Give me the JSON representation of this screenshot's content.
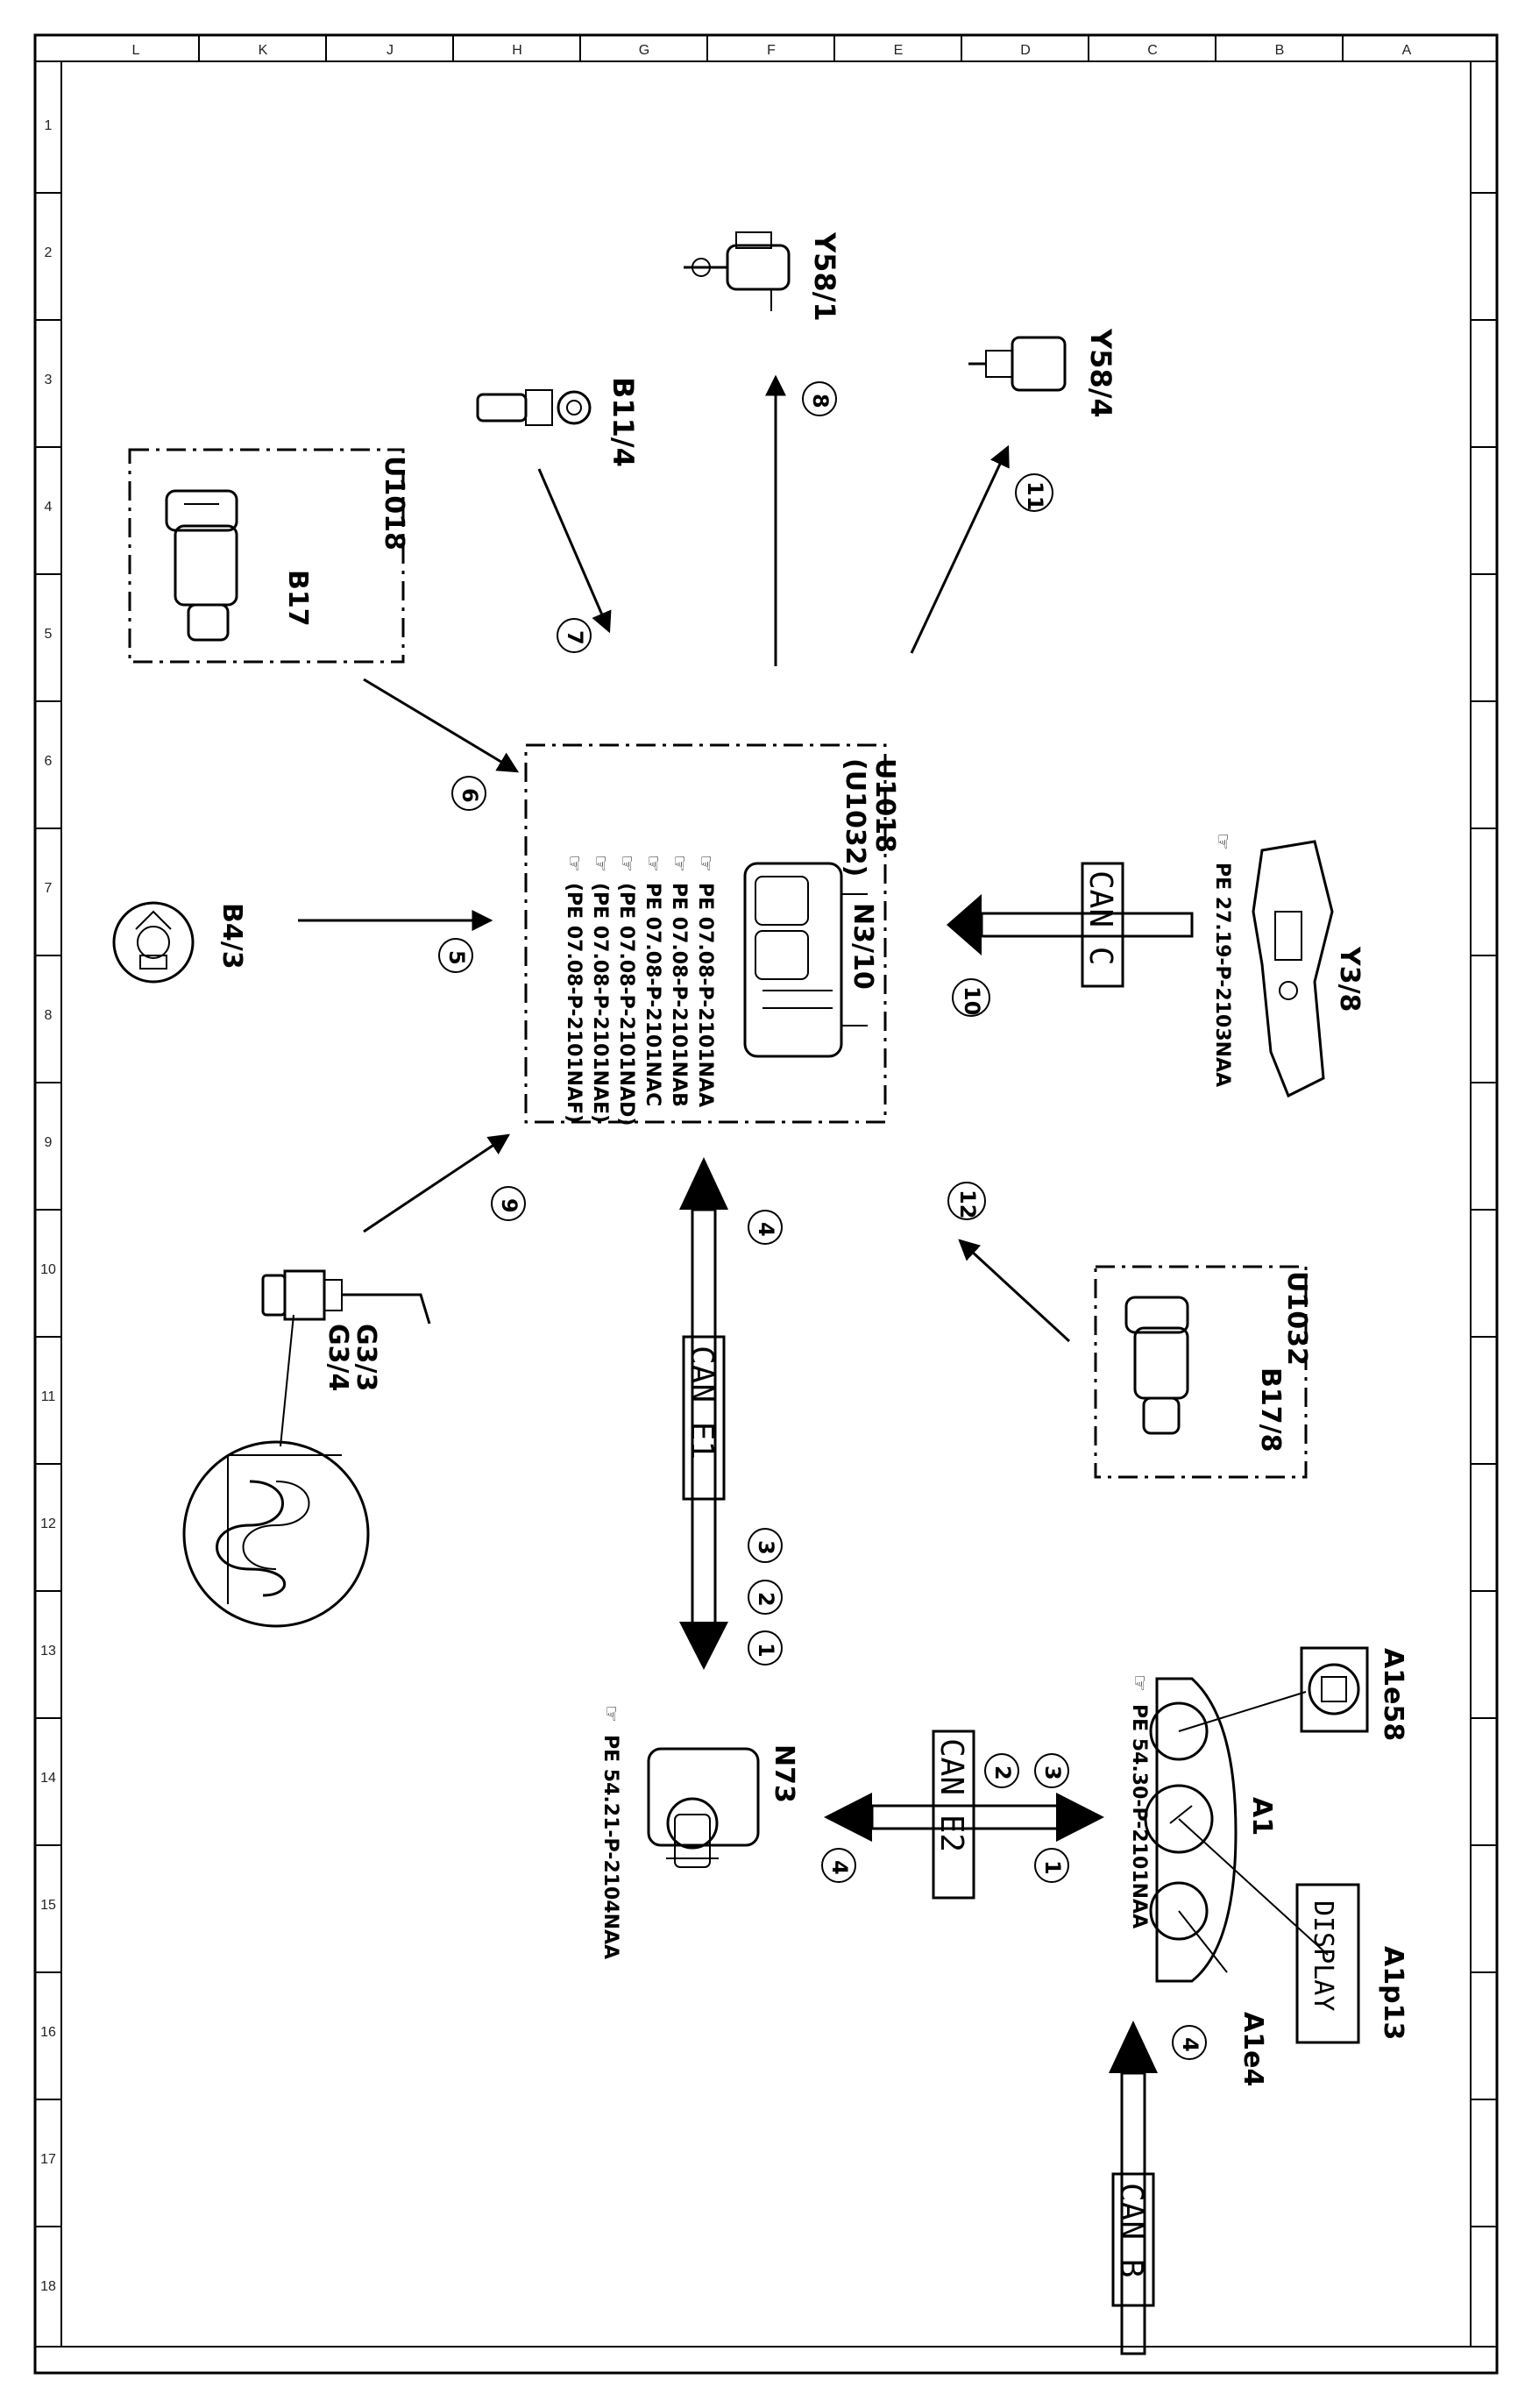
{
  "frame": {
    "column_letters": [
      "L",
      "K",
      "J",
      "H",
      "G",
      "F",
      "E",
      "D",
      "C",
      "B",
      "A"
    ],
    "row_numbers": [
      "1",
      "2",
      "3",
      "4",
      "5",
      "6",
      "7",
      "8",
      "9",
      "10",
      "11",
      "12",
      "13",
      "14",
      "15",
      "16",
      "17",
      "18"
    ]
  },
  "components": {
    "n3_10": {
      "id": "N3/10",
      "groups": [
        "U1018",
        "(U1032)"
      ],
      "refs": [
        "PE 07.08-P-2101NAA",
        "PE 07.08-P-2101NAB",
        "PE 07.08-P-2101NAC",
        "(PE 07.08-P-2101NAD)",
        "(PE 07.08-P-2101NAE)",
        "(PE 07.08-P-2101NAF)"
      ]
    },
    "y58_1": {
      "id": "Y58/1"
    },
    "y58_4": {
      "id": "Y58/4"
    },
    "b11_4": {
      "id": "B11/4"
    },
    "b17": {
      "id": "B17",
      "group": "U1018"
    },
    "b17_8": {
      "id": "B17/8",
      "group": "U1032"
    },
    "b4_3": {
      "id": "B4/3"
    },
    "g3": {
      "id_a": "G3/3",
      "id_b": "G3/4"
    },
    "y3_8": {
      "id": "Y3/8",
      "ref": "PE 27.19-P-2103NAA"
    },
    "n73": {
      "id": "N73",
      "ref": "PE 54.21-P-2104NAA"
    },
    "a1": {
      "id": "A1",
      "ref": "PE 54.30-P-2101NAA"
    },
    "a1e58": {
      "id": "A1e58"
    },
    "a1p13": {
      "id": "A1p13",
      "display_text": "DISPLAY"
    },
    "a1e4": {
      "id": "A1e4"
    }
  },
  "buses": {
    "can_c": "CAN C",
    "can_e1": "CAN E1",
    "can_e2": "CAN E2",
    "can_b": "CAN B"
  },
  "callouts": {
    "c1": "1",
    "c2": "2",
    "c3": "3",
    "c4": "4",
    "c5": "5",
    "c6": "6",
    "c7": "7",
    "c8": "8",
    "c9": "9",
    "c10": "10",
    "c11": "11",
    "c12": "12"
  },
  "icons": [
    "pointer-hand-icon",
    "sine-wave-icon"
  ]
}
